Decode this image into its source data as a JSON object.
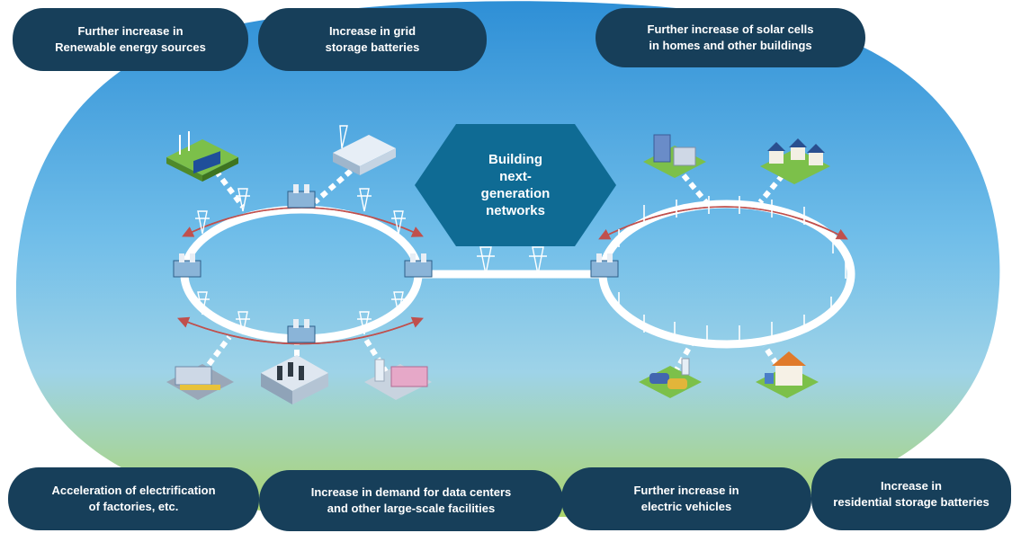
{
  "center": {
    "label": "Building\nnext-\ngeneration\nnetworks"
  },
  "top_labels": [
    "Further increase in\nRenewable energy sources",
    "Increase in grid\nstorage batteries",
    "Further increase of solar cells\nin homes and other buildings"
  ],
  "bottom_labels": [
    "Acceleration of electrification\nof factories, etc.",
    "Increase in demand for data centers\nand other large-scale facilities",
    "Further increase in\nelectric vehicles",
    "Increase in\nresidential storage batteries"
  ],
  "colors": {
    "pill": "#173f5a",
    "hexagon": "#0f6b94",
    "sky_top": "#2f92d8",
    "sky_bottom": "#a9d46f",
    "ring": "#ffffff",
    "arrow": "#c0504d"
  }
}
